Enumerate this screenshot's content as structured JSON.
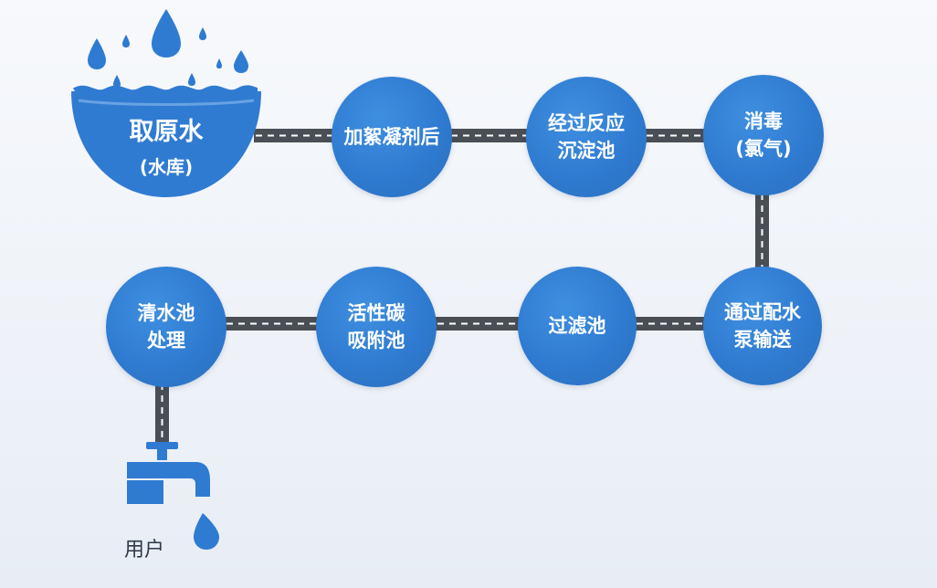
{
  "source": {
    "title": "取原水",
    "subtitle": "(水库)"
  },
  "steps": [
    {
      "line1": "加絮凝剂后",
      "line2": ""
    },
    {
      "line1": "经过反应",
      "line2": "沉淀池"
    },
    {
      "line1": "消毒",
      "line2": "(氯气)"
    },
    {
      "line1": "通过配水",
      "line2": "泵输送"
    },
    {
      "line1": "过滤池",
      "line2": ""
    },
    {
      "line1": "活性碳",
      "line2": "吸附池"
    },
    {
      "line1": "清水池",
      "line2": "处理"
    }
  ],
  "user": {
    "label": "用户"
  },
  "colors": {
    "node": "#2f7bd1",
    "pipe": "#4a4f55",
    "pipe_stripe": "#ffffff",
    "text_dark": "#2d3a4a"
  },
  "icons": [
    "water-drop-icon",
    "water-bowl-icon",
    "water-tap-icon"
  ]
}
